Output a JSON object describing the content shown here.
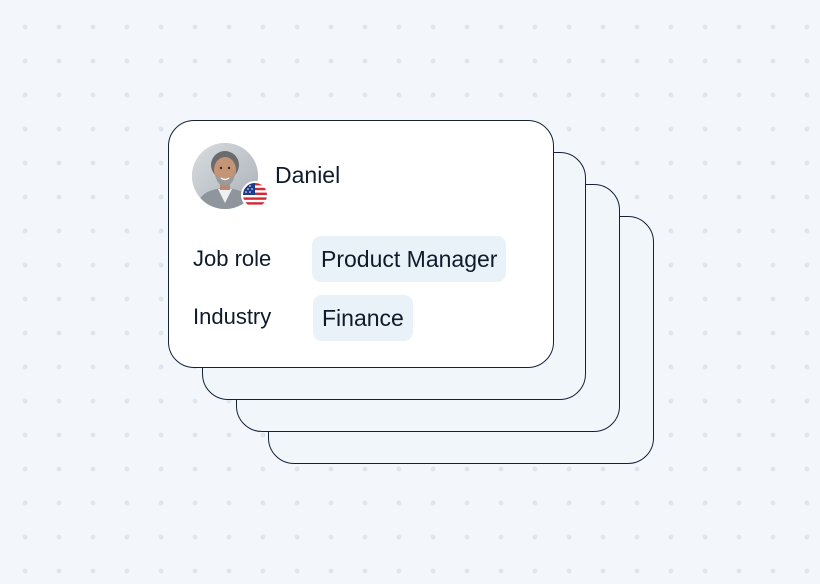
{
  "profile": {
    "name": "Daniel",
    "avatar_icon": "person-portrait",
    "flag_icon": "us-flag-icon"
  },
  "fields": [
    {
      "label": "Job role",
      "value": "Product Manager"
    },
    {
      "label": "Industry",
      "value": "Finance"
    }
  ],
  "colors": {
    "background": "#f3f7fc",
    "card_border": "#142235",
    "tag_background": "#e9f1f9",
    "text": "#0f1b2a"
  }
}
